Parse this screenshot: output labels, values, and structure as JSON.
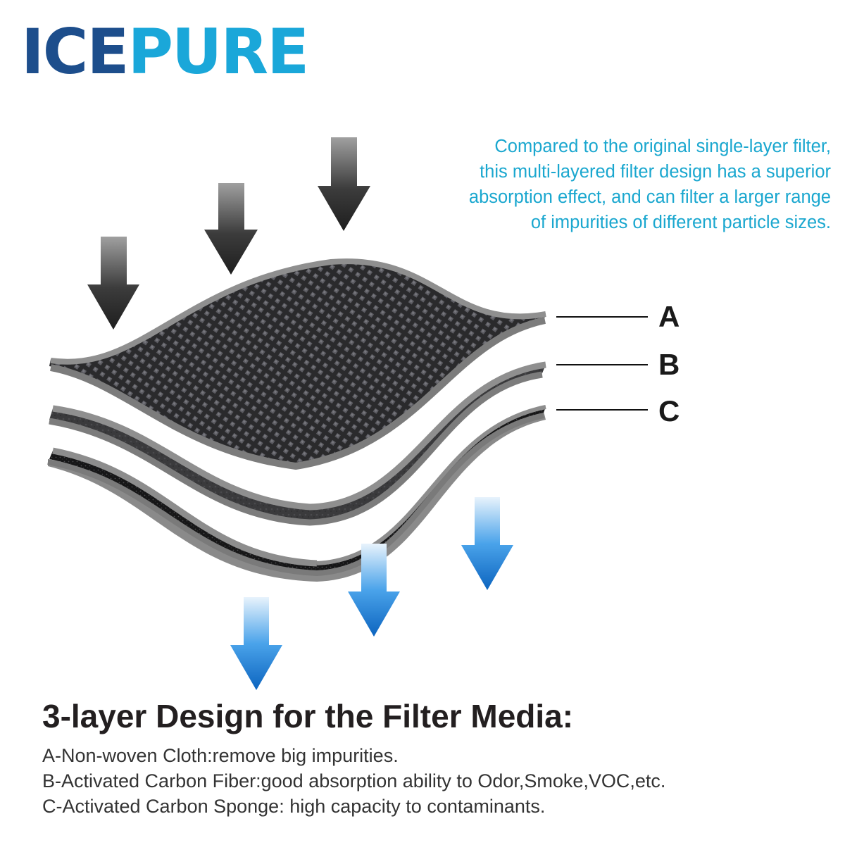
{
  "logo": {
    "part1": "ICE",
    "part2": "PURE"
  },
  "intro_text": [
    "Compared to the original single-layer filter,",
    "this multi-layered filter design has a superior",
    "absorption effect, and can filter a larger range",
    "of impurities of different particle sizes."
  ],
  "layers": [
    {
      "label": "A"
    },
    {
      "label": "B"
    },
    {
      "label": "C"
    }
  ],
  "heading": "3-layer Design for the Filter Media:",
  "descriptions": [
    "A-Non-woven Cloth:remove big impurities.",
    "B-Activated Carbon Fiber:good absorption ability to Odor,Smoke,VOC,etc.",
    "C-Activated Carbon Sponge: high capacity to contaminants."
  ],
  "colors": {
    "logo_dark": "#1d4e8c",
    "logo_light": "#1aa7d9",
    "intro": "#1aa7cf",
    "arrow_in": "#2b2b2b",
    "arrow_out": "#1e7fd6"
  }
}
